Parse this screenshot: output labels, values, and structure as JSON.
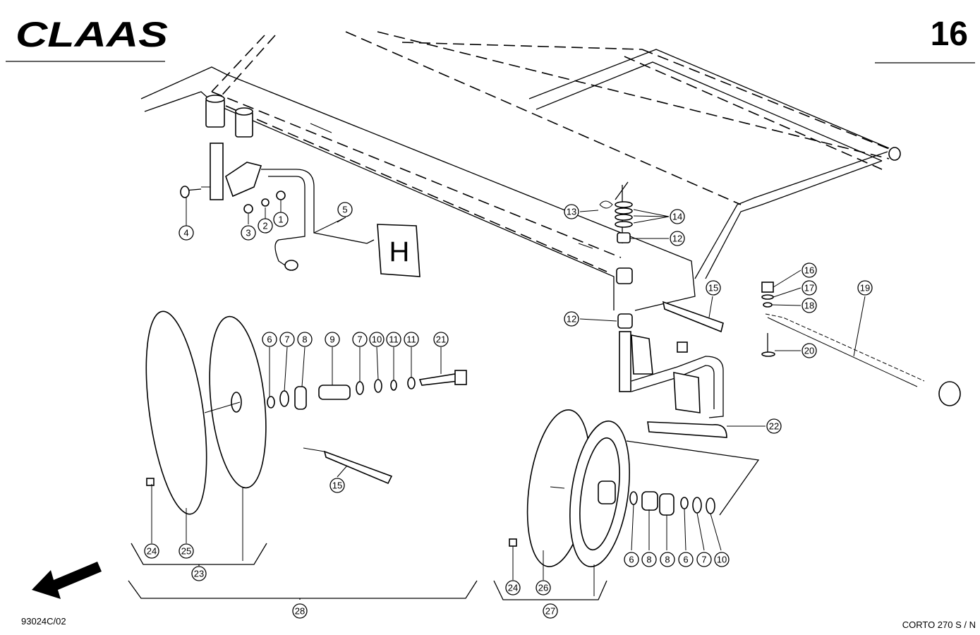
{
  "header": {
    "brand": "CLAAS",
    "page_number": "16"
  },
  "footer": {
    "drawing_id": "93024C/02",
    "model": "CORTO 270 S / N"
  },
  "callouts": [
    {
      "n": "1"
    },
    {
      "n": "2"
    },
    {
      "n": "3"
    },
    {
      "n": "4"
    },
    {
      "n": "5"
    },
    {
      "n": "6"
    },
    {
      "n": "7"
    },
    {
      "n": "8"
    },
    {
      "n": "9"
    },
    {
      "n": "7"
    },
    {
      "n": "10"
    },
    {
      "n": "11"
    },
    {
      "n": "11"
    },
    {
      "n": "21"
    },
    {
      "n": "13"
    },
    {
      "n": "14"
    },
    {
      "n": "12"
    },
    {
      "n": "12"
    },
    {
      "n": "15"
    },
    {
      "n": "16"
    },
    {
      "n": "17"
    },
    {
      "n": "18"
    },
    {
      "n": "19"
    },
    {
      "n": "20"
    },
    {
      "n": "22"
    },
    {
      "n": "15"
    },
    {
      "n": "24"
    },
    {
      "n": "25"
    },
    {
      "n": "23"
    },
    {
      "n": "28"
    },
    {
      "n": "6"
    },
    {
      "n": "8"
    },
    {
      "n": "8"
    },
    {
      "n": "6"
    },
    {
      "n": "7"
    },
    {
      "n": "10"
    },
    {
      "n": "24"
    },
    {
      "n": "26"
    },
    {
      "n": "27"
    }
  ],
  "plate_letter": "H"
}
